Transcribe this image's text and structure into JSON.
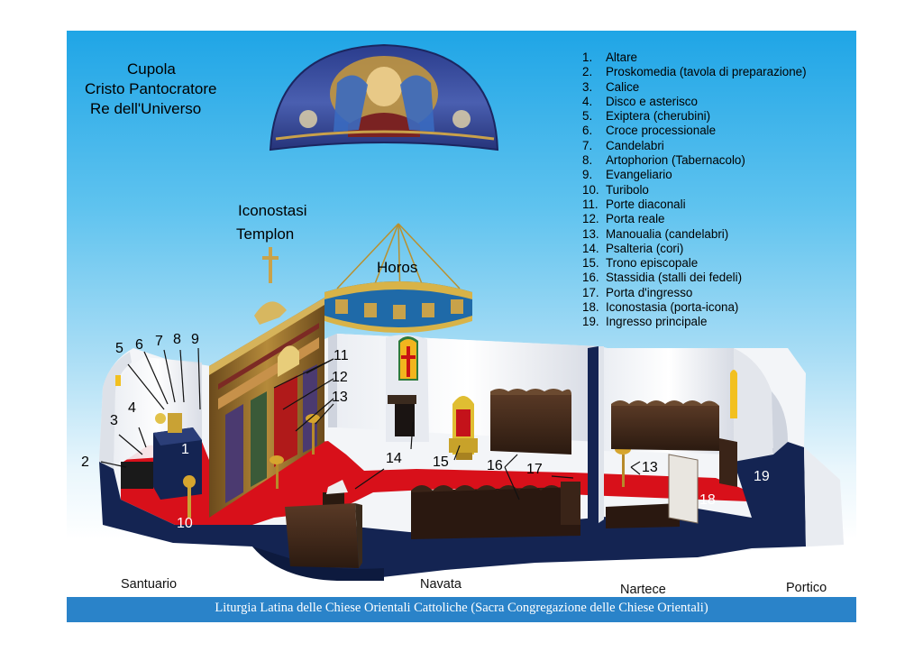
{
  "titles": {
    "cupola": [
      "Cupola",
      "Cristo Pantocratore",
      "Re dell'Universo"
    ],
    "iconostasi": [
      "Iconostasi",
      "Templon"
    ],
    "horos": "Horos"
  },
  "legend": [
    {
      "n": "1.",
      "text": "Altare"
    },
    {
      "n": "2.",
      "text": "Proskomedia (tavola di preparazione)"
    },
    {
      "n": "3.",
      "text": "Calice"
    },
    {
      "n": "4.",
      "text": "Disco e asterisco"
    },
    {
      "n": "5.",
      "text": "Exiptera (cherubini)"
    },
    {
      "n": "6.",
      "text": "Croce processionale"
    },
    {
      "n": "7.",
      "text": "Candelabri"
    },
    {
      "n": "8.",
      "text": "Artophorion (Tabernacolo)"
    },
    {
      "n": "9.",
      "text": "Evangeliario"
    },
    {
      "n": "10.",
      "text": "Turibolo"
    },
    {
      "n": "11.",
      "text": "Porte diaconali"
    },
    {
      "n": "12.",
      "text": "Porta reale"
    },
    {
      "n": "13.",
      "text": "Manoualia (candelabri)"
    },
    {
      "n": "14.",
      "text": "Psalteria (cori)"
    },
    {
      "n": "15.",
      "text": "Trono episcopale"
    },
    {
      "n": "16.",
      "text": "Stassidia (stalli dei fedeli)"
    },
    {
      "n": "17.",
      "text": "Porta d'ingresso"
    },
    {
      "n": "18.",
      "text": "Iconostasia (porta-icona)"
    },
    {
      "n": "19.",
      "text": "Ingresso principale"
    }
  ],
  "markers": {
    "m1": "1",
    "m2": "2",
    "m3": "3",
    "m4": "4",
    "m5": "5",
    "m6": "6",
    "m7": "7",
    "m8": "8",
    "m9": "9",
    "m10": "10",
    "m11": "11",
    "m12": "12",
    "m13a": "13",
    "m13b": "13",
    "m14": "14",
    "m15": "15",
    "m16": "16",
    "m17": "17",
    "m18": "18",
    "m19": "19"
  },
  "zones": {
    "santuario": "Santuario",
    "navata": "Navata",
    "nartece": "Nartece",
    "portico": "Portico"
  },
  "caption": "Liturgia Latina delle Chiese Orientali Cattoliche (Sacra Congregazione delle Chiese Orientali)",
  "colors": {
    "carpet": "#d8101a",
    "navy": "#142452",
    "sky": "#1fa5e6"
  }
}
